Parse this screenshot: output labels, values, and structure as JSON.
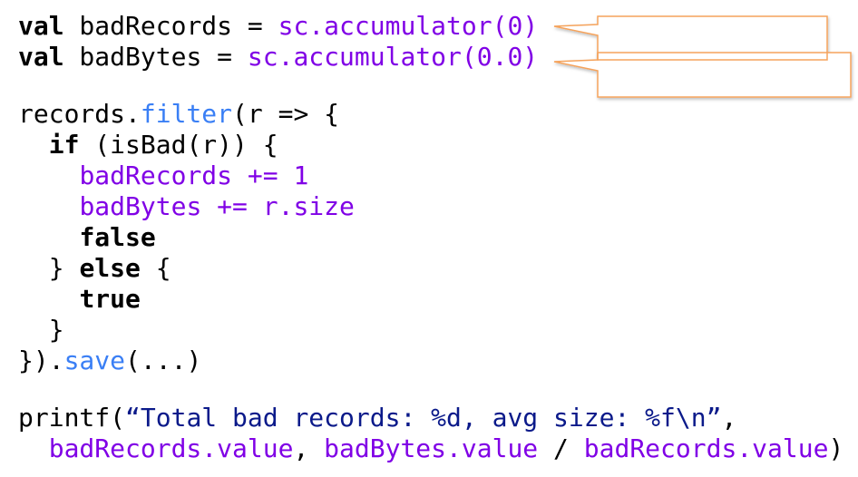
{
  "code": {
    "lines": [
      {
        "tokens": [
          {
            "t": "val",
            "c": "kw"
          },
          {
            "t": " badRecords = ",
            "c": "plain"
          },
          {
            "t": "sc.accumulator(0)",
            "c": "acc"
          }
        ]
      },
      {
        "tokens": [
          {
            "t": "val",
            "c": "kw"
          },
          {
            "t": " badBytes = ",
            "c": "plain"
          },
          {
            "t": "sc.accumulator(0.0)",
            "c": "acc"
          }
        ]
      },
      {
        "gap": true
      },
      {
        "tokens": [
          {
            "t": "records.",
            "c": "plain"
          },
          {
            "t": "filter",
            "c": "fn"
          },
          {
            "t": "(r => {",
            "c": "plain"
          }
        ]
      },
      {
        "tokens": [
          {
            "t": "  ",
            "c": "plain"
          },
          {
            "t": "if",
            "c": "kw"
          },
          {
            "t": " (isBad(r)) {",
            "c": "plain"
          }
        ]
      },
      {
        "tokens": [
          {
            "t": "    ",
            "c": "plain"
          },
          {
            "t": "badRecords += 1",
            "c": "acc"
          }
        ]
      },
      {
        "tokens": [
          {
            "t": "    ",
            "c": "plain"
          },
          {
            "t": "badBytes += r.size",
            "c": "acc"
          }
        ]
      },
      {
        "tokens": [
          {
            "t": "    ",
            "c": "plain"
          },
          {
            "t": "false",
            "c": "kw"
          }
        ]
      },
      {
        "tokens": [
          {
            "t": "  } ",
            "c": "plain"
          },
          {
            "t": "else",
            "c": "kw"
          },
          {
            "t": " {",
            "c": "plain"
          }
        ]
      },
      {
        "tokens": [
          {
            "t": "    ",
            "c": "plain"
          },
          {
            "t": "true",
            "c": "kw"
          }
        ]
      },
      {
        "tokens": [
          {
            "t": "  }",
            "c": "plain"
          }
        ]
      },
      {
        "tokens": [
          {
            "t": "}).",
            "c": "plain"
          },
          {
            "t": "save",
            "c": "fn"
          },
          {
            "t": "(...)",
            "c": "plain"
          }
        ]
      },
      {
        "gap": true
      },
      {
        "tokens": [
          {
            "t": "printf(",
            "c": "plain"
          },
          {
            "t": "“Total bad records: %d, avg size: %f\\n”",
            "c": "str"
          },
          {
            "t": ",",
            "c": "plain"
          }
        ]
      },
      {
        "tokens": [
          {
            "t": "  ",
            "c": "plain"
          },
          {
            "t": "badRecords.value",
            "c": "acc"
          },
          {
            "t": ", ",
            "c": "plain"
          },
          {
            "t": "badBytes.value",
            "c": "acc"
          },
          {
            "t": " / ",
            "c": "plain"
          },
          {
            "t": "badRecords.value",
            "c": "acc"
          },
          {
            "t": ")",
            "c": "plain"
          }
        ]
      }
    ]
  },
  "callouts": [
    {
      "text": ""
    },
    {
      "text": ""
    }
  ],
  "colors": {
    "keyword": "#000000",
    "accumulator": "#8000e6",
    "method": "#3a7ff5",
    "string": "#0b1a8a",
    "callout_border": "#f5a35c"
  }
}
